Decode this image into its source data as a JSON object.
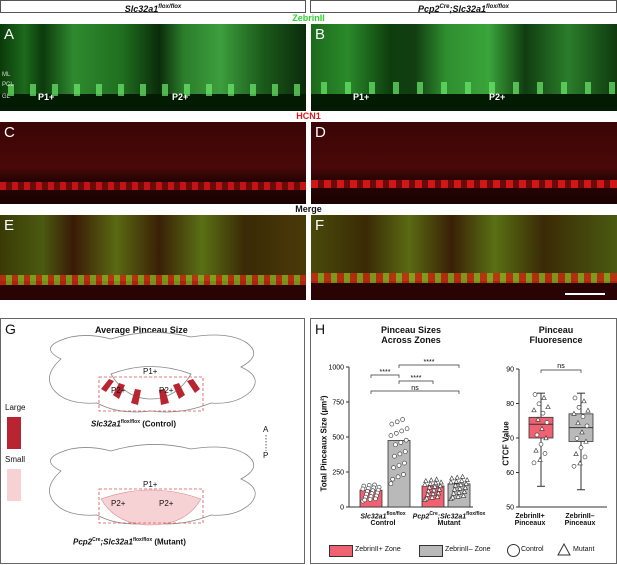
{
  "headers": {
    "left": "Slc32a1",
    "left_sup": "flox/flox",
    "right": "Pcp2",
    "right_sup1": "Cre",
    "right_mid": ";Slc32a1",
    "right_sup2": "flox/flox"
  },
  "rows": {
    "row1": "ZebrinII",
    "row2": "HCN1",
    "row3": "Merge"
  },
  "panels": {
    "A": "A",
    "B": "B",
    "C": "C",
    "D": "D",
    "E": "E",
    "F": "F",
    "G": "G",
    "H": "H"
  },
  "zones": {
    "p1": "P1+",
    "p2": "P2+"
  },
  "layers": {
    "ml": "ML",
    "pcl": "PCL",
    "gl": "GL"
  },
  "colors": {
    "green": "#2fd42f",
    "red": "#e01a1a",
    "zebrin_pos": "#f06272",
    "zebrin_neg": "#b9b9b9",
    "large": "#b8242f",
    "small": "#f7d2d4"
  },
  "panelG": {
    "title": "Average Pinceau Size",
    "legend_large": "Large",
    "legend_small": "Small",
    "control_label": "Slc32a1",
    "control_sup": "flox/flox",
    "control_suffix": "(Control)",
    "mutant_label_a": "Pcp2",
    "mutant_sup_a": "Cre",
    "mutant_label_b": ";Slc32a1",
    "mutant_sup_b": "flox/flox",
    "mutant_suffix": "(Mutant)",
    "axis_a": "A",
    "axis_p": "P"
  },
  "panelH": {
    "title1": "Pinceau Sizes",
    "title1b": "Across Zones",
    "ylabel": "Total Pinceaux Size (µm²)",
    "yticks": [
      "0",
      "250",
      "500",
      "750",
      "1000"
    ],
    "group1_a": "Slc32a1",
    "group1_sup": "flox/flox",
    "group1_b": "Control",
    "group2_a": "Pcp2",
    "group2_sup": "Cre",
    "group2_c": ";Slc32a1",
    "group2_sup2": "flox/flox",
    "group2_b": "Mutant",
    "sig": [
      "****",
      "****",
      "****",
      "ns"
    ],
    "title2": "Pinceau",
    "title2b": "Fluoresence",
    "ylabel2": "CTCF Value",
    "yticks2": [
      "50",
      "60",
      "70",
      "80",
      "90"
    ],
    "xcat2": [
      "ZebrinII+",
      "Pinceaux",
      "ZebrinII–",
      "Pinceaux"
    ],
    "sig2": "ns",
    "legend": {
      "zpos": "ZebrinII+ Zone",
      "zneg": "ZebrinII– Zone",
      "control": "Control",
      "mutant": "Mutant"
    }
  },
  "chart_data": [
    {
      "type": "bar",
      "title": "Pinceau Sizes Across Zones",
      "ylabel": "Total Pinceaux Size (µm²)",
      "ylim": [
        0,
        1000
      ],
      "categories": [
        "Control ZebrinII+",
        "Control ZebrinII–",
        "Mutant ZebrinII+",
        "Mutant ZebrinII–"
      ],
      "values": [
        120,
        475,
        150,
        165
      ]
    },
    {
      "type": "box",
      "title": "Pinceau Fluoresence",
      "ylabel": "CTCF Value",
      "ylim": [
        50,
        90
      ],
      "categories": [
        "ZebrinII+ Pinceaux",
        "ZebrinII– Pinceaux"
      ],
      "box": [
        {
          "min": 56,
          "q1": 70,
          "median": 74,
          "q3": 76,
          "max": 83
        },
        {
          "min": 55,
          "q1": 69,
          "median": 73,
          "q3": 77,
          "max": 83
        }
      ]
    }
  ]
}
